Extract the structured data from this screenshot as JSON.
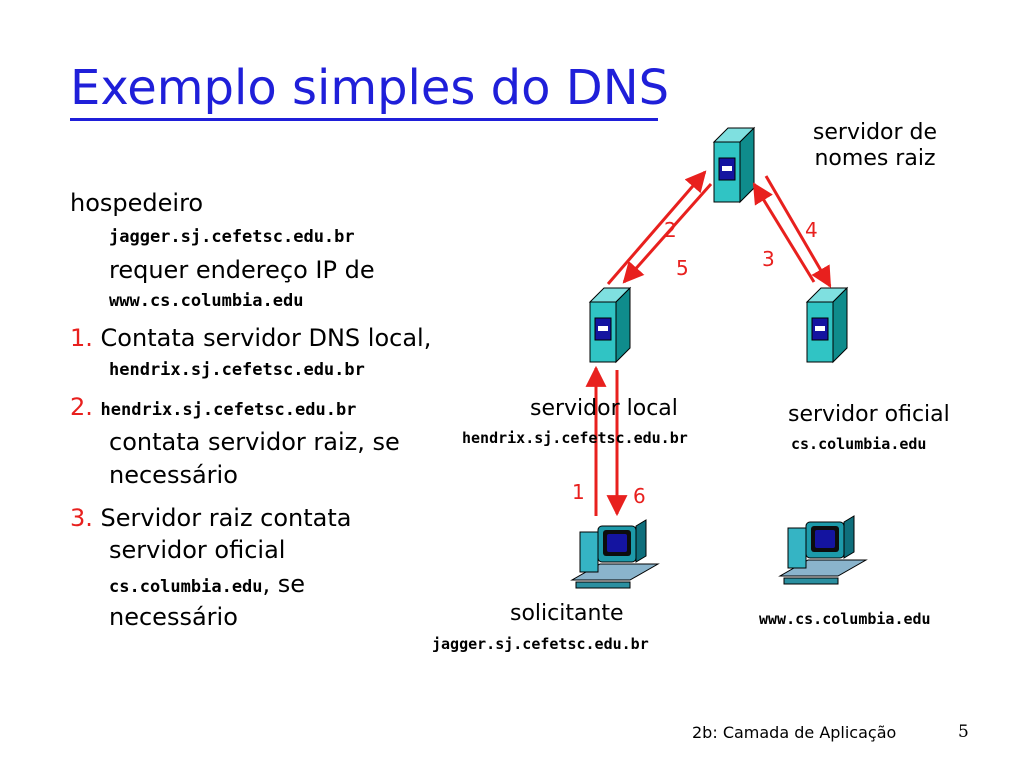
{
  "title": "Exemplo simples do DNS",
  "text": {
    "host_label": "hospedeiro",
    "host_name": "jagger.sj.cefetsc.edu.br",
    "requests": "requer endereço IP de",
    "target": "www.cs.columbia.edu",
    "step1_num": "1.",
    "step1_text": "Contata servidor DNS local,",
    "step1_host": "hendrix.sj.cefetsc.edu.br",
    "step2_num": "2.",
    "step2_host": "hendrix.sj.cefetsc.edu.br",
    "step2_line1": "contata servidor raiz, se",
    "step2_line2": "necessário",
    "step3_num": "3.",
    "step3_line1": "Servidor raiz contata",
    "step3_line2": "servidor oficial",
    "step3_host": "cs.columbia.edu",
    "step3_suffix": ", se",
    "step3_line3": "necessário"
  },
  "diagram": {
    "root_server": {
      "line1": "servidor de",
      "line2": "nomes raiz"
    },
    "local_server": {
      "label": "servidor local",
      "host": "hendrix.sj.cefetsc.edu.br"
    },
    "auth_server": {
      "label": "servidor oficial",
      "host": "cs.columbia.edu"
    },
    "requester": {
      "label": "solicitante",
      "host": "jagger.sj.cefetsc.edu.br"
    },
    "target_host": {
      "host": "www.cs.columbia.edu"
    },
    "steps": [
      "1",
      "2",
      "3",
      "4",
      "5",
      "6"
    ]
  },
  "footer": {
    "left": "2b: Camada de Aplicação",
    "page": "5"
  },
  "colors": {
    "title": "#1f1fd9",
    "arrows": "#e8201e",
    "server_face": "#30c4c4",
    "server_side": "#0f8c8c",
    "screen": "#1414a0"
  }
}
